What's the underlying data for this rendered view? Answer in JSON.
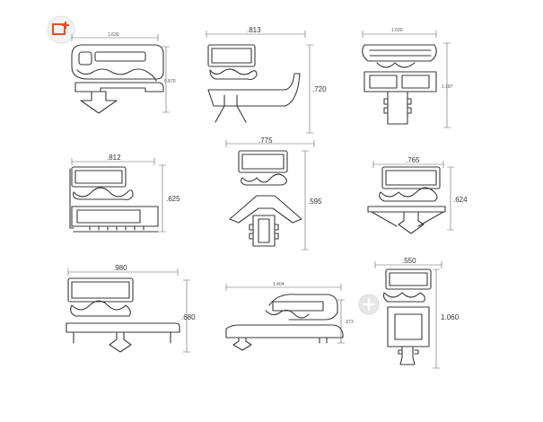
{
  "toolbar": {
    "add_icon": "add-to-collection-icon",
    "zoom_icon": "zoom-in-icon"
  },
  "profiles": [
    {
      "width": "1.630",
      "height": "0.870"
    },
    {
      "width": ".813",
      "height": ".720"
    },
    {
      "width": "1.030",
      "height": "1.187"
    },
    {
      "width": ".812",
      "height": ".625"
    },
    {
      "width": ".775",
      "height": ".595"
    },
    {
      "width": ".765",
      "height": ".624"
    },
    {
      "width": ".980",
      "height": ".680"
    },
    {
      "width": "1.404",
      "height": ".673"
    },
    {
      "width": ".550",
      "height": "1.060"
    }
  ],
  "colors": {
    "accent": "#e8501e",
    "line": "#3a3a3a"
  }
}
